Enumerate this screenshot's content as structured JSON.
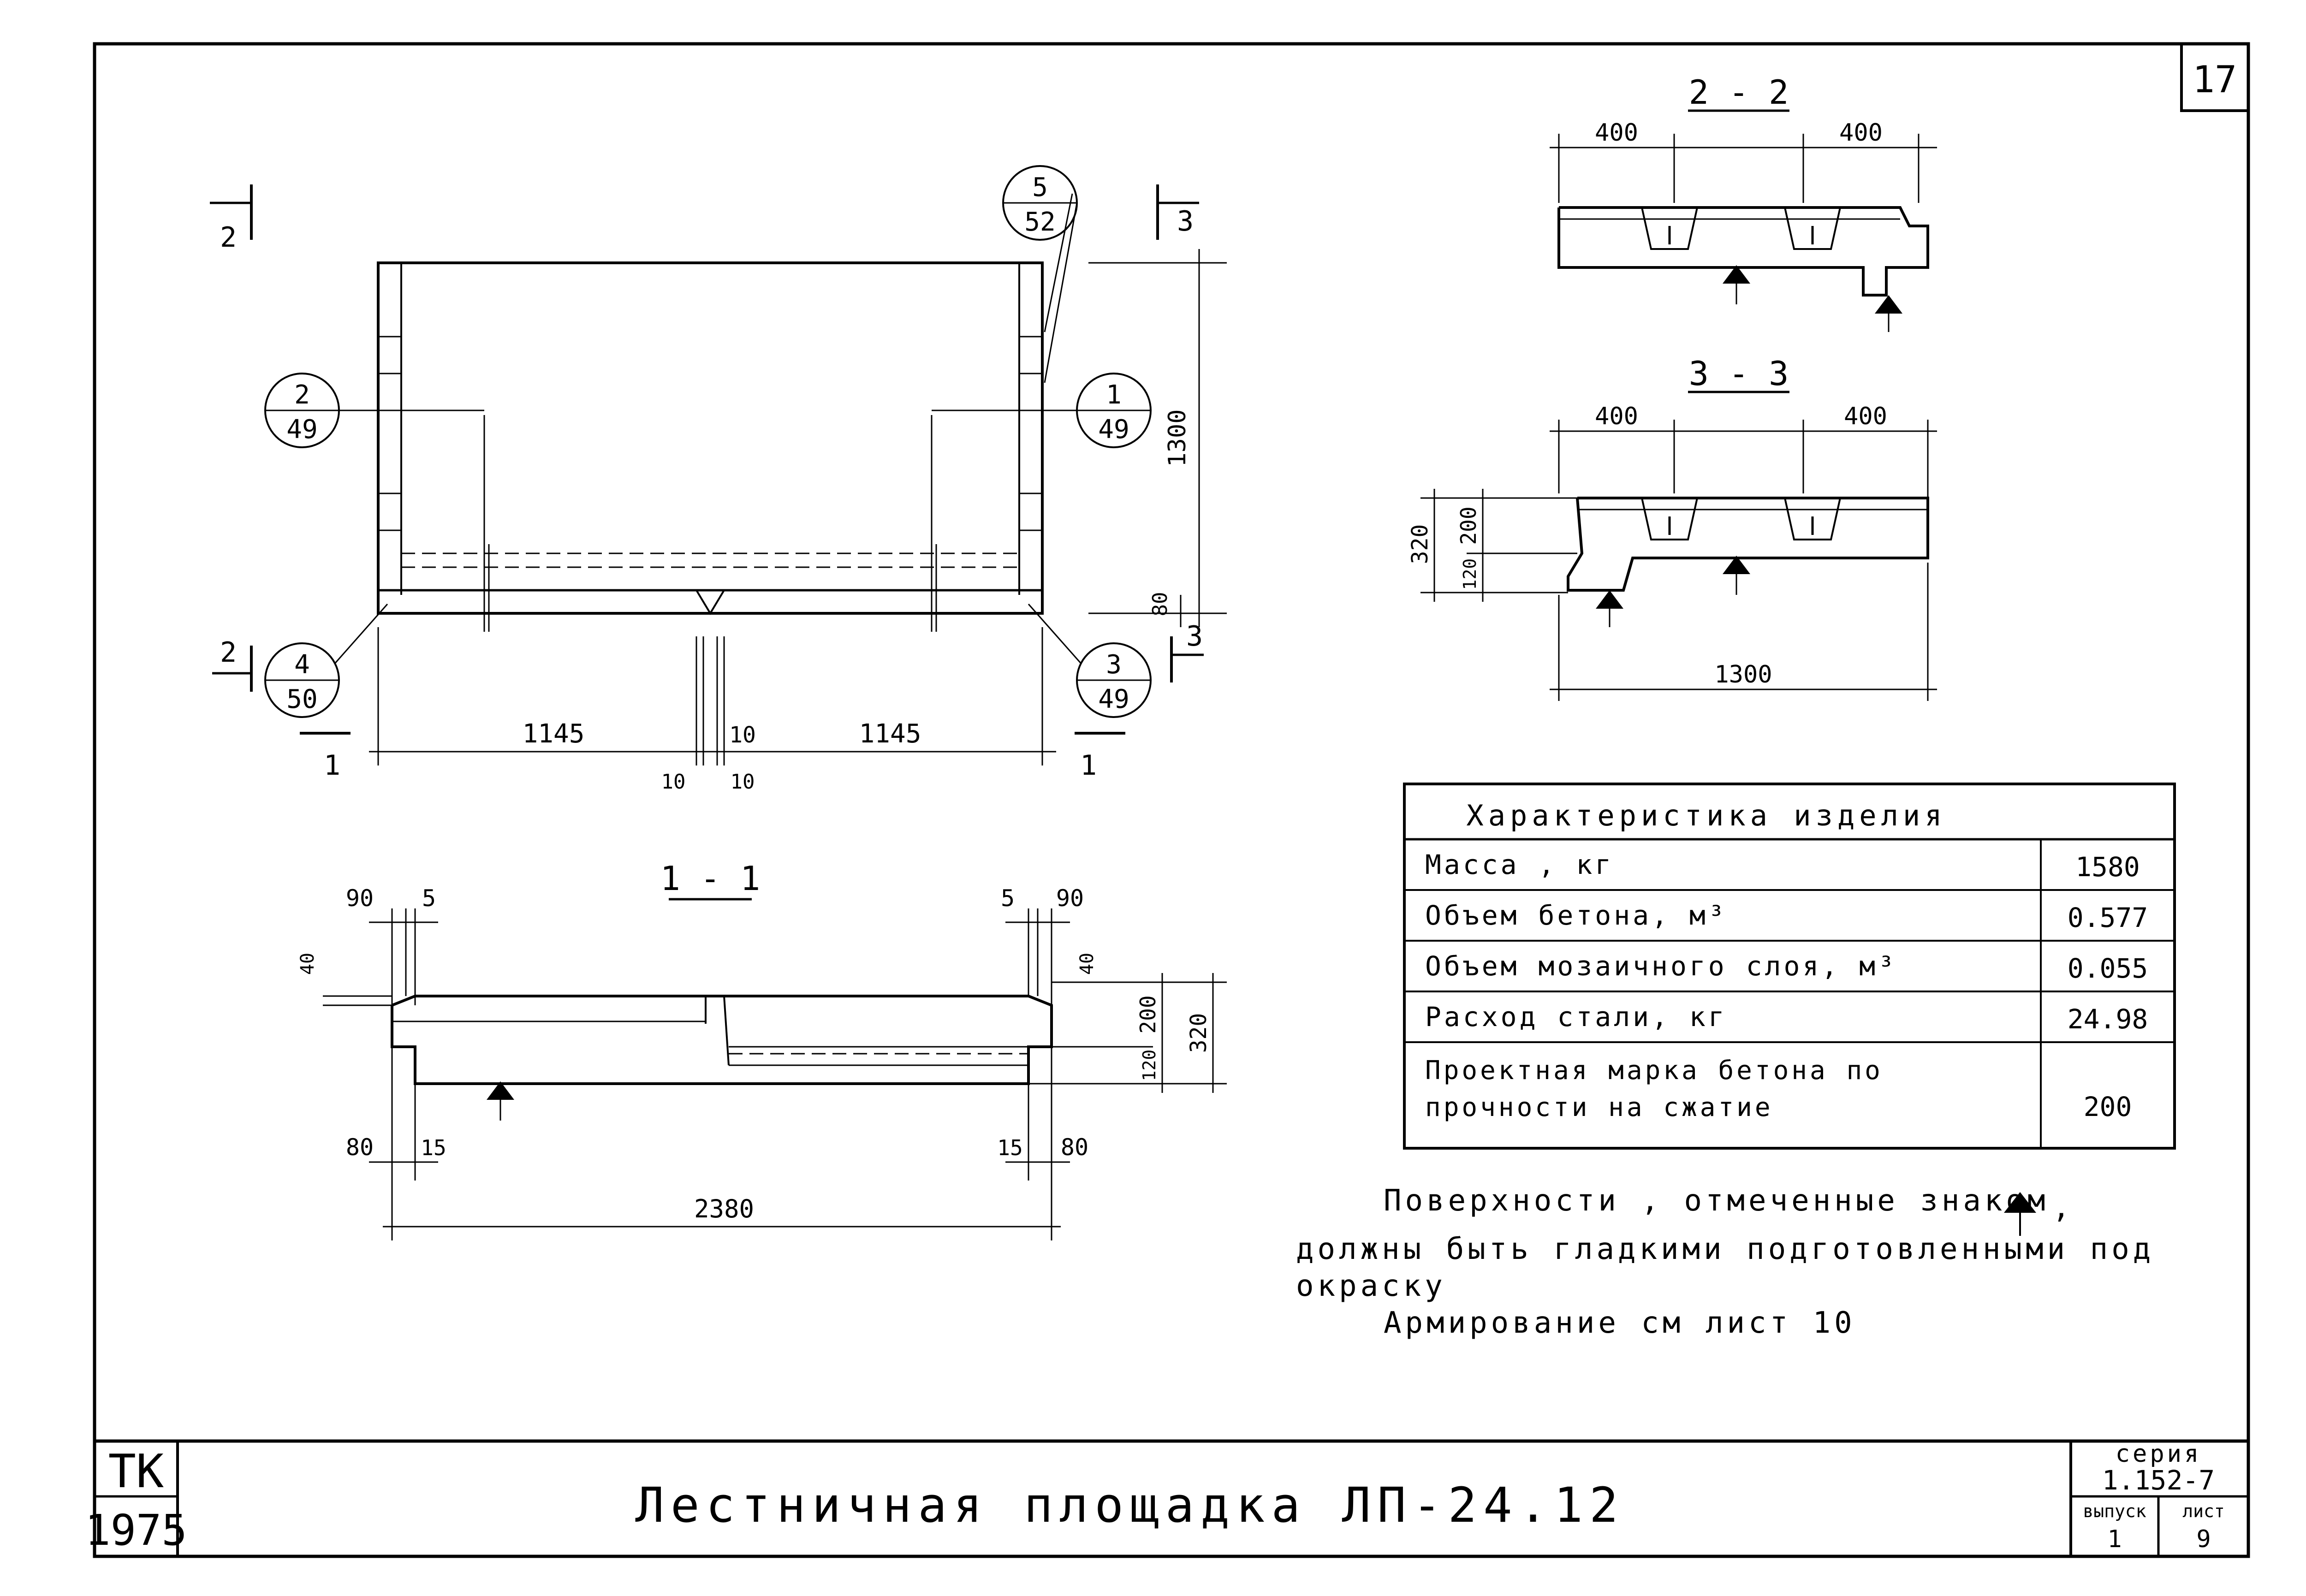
{
  "sheet": {
    "number": "17"
  },
  "plan": {
    "cut_2_left": "2",
    "cut_3_right": "3",
    "cut_2_bottom": "2",
    "cut_3_bottom": "3",
    "cut_1_left": "1",
    "cut_1_right": "1",
    "callouts": [
      {
        "top": "5",
        "bottom": "52"
      },
      {
        "top": "2",
        "bottom": "49"
      },
      {
        "top": "1",
        "bottom": "49"
      },
      {
        "top": "4",
        "bottom": "50"
      },
      {
        "top": "3",
        "bottom": "49"
      }
    ],
    "dims": {
      "height": "1300",
      "lower": "80",
      "left_span": "1145",
      "right_span": "1145",
      "gap": "10",
      "gap_left": "10",
      "gap_right": "10"
    }
  },
  "section_2_2": {
    "title": "2 - 2",
    "dim_left": "400",
    "dim_right": "400"
  },
  "section_3_3": {
    "title": "3 - 3",
    "dim_left": "400",
    "dim_right": "400",
    "height_total": "320",
    "height_upper": "200",
    "height_lower": "120",
    "width": "1300"
  },
  "section_1_1": {
    "title": "1 - 1",
    "dim_90_left": "90",
    "dim_5_left": "5",
    "dim_5_right": "5",
    "dim_90_right": "90",
    "dim_40_left": "40",
    "dim_40_right": "40",
    "dim_200": "200",
    "dim_320": "320",
    "dim_120": "120",
    "dim_80_left": "80",
    "dim_15_left": "15",
    "dim_15_right": "15",
    "dim_80_right": "80",
    "width": "2380"
  },
  "spec_table": {
    "header": "Характеристика изделия",
    "rows": [
      {
        "label": "Масса , кг",
        "value": "1580"
      },
      {
        "label": "Объем бетона, м³",
        "value": "0.577"
      },
      {
        "label": "Объем мозаичного слоя, м³",
        "value": "0.055"
      },
      {
        "label": "Расход стали, кг",
        "value": "24.98"
      },
      {
        "label_line1": "Проектная марка бетона по",
        "label_line2": "прочности на сжатие",
        "value": "200"
      }
    ]
  },
  "notes": {
    "line1": "Поверхности , отмеченные знаком",
    "line1_end": ",",
    "line2": "должны быть гладкими подготовленными под",
    "line3": "окраску",
    "line4": "Армирование см лист 10"
  },
  "title_block": {
    "logo_top": "ТК",
    "logo_bottom": "1975",
    "title": "Лестничная площадка ЛП-24.12",
    "series_label": "серия",
    "series_value": "1.152-7",
    "issue_label": "выпуск",
    "issue_value": "1",
    "sheet_label": "лист",
    "sheet_value": "9"
  }
}
